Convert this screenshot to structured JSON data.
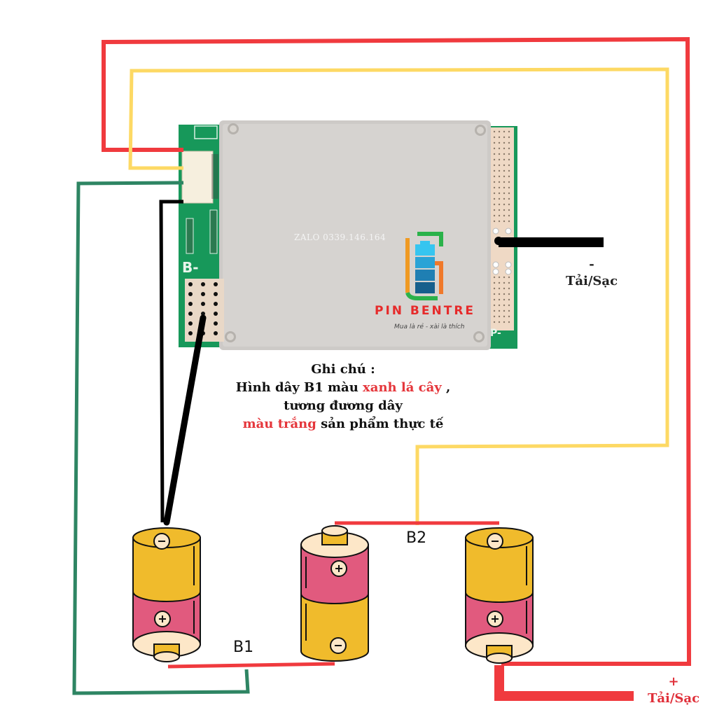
{
  "board": {
    "watermark": "ZALO 0339.146.164",
    "brand_name": "PIN BENTRE",
    "slogan": "Mua là rẻ - xài là thích",
    "pad_b_label": "B-",
    "pad_p_label": "P-"
  },
  "note": {
    "title": "Ghi chú :",
    "line1_prefix": "Hình dây B1 màu ",
    "line1_highlight": "xanh lá cây",
    "line1_suffix": " ,",
    "line2": "tương đương dây",
    "line3_highlight": "màu trắng",
    "line3_suffix": " sản phẩm thực tế"
  },
  "terminals": {
    "negative_sign": "-",
    "negative_label": "Tải/Sạc",
    "positive_sign": "+",
    "positive_label": "Tải/Sạc"
  },
  "nodes": {
    "b1": "B1",
    "b2": "B2"
  },
  "colors": {
    "wire_red": "#f03a3e",
    "wire_yellow": "#fdd964",
    "wire_green": "#2e8563",
    "wire_black": "#000000",
    "battery_yellow": "#f0bb2c",
    "battery_pink": "#e15a7e",
    "battery_cap": "#fde7c8",
    "pcb_green": "#17985a",
    "plate_gray": "#cdcac7"
  },
  "batteries": [
    {
      "id": "cell-1",
      "top_terminal": "−",
      "bottom_terminal": "+"
    },
    {
      "id": "cell-2",
      "top_terminal": "+",
      "bottom_terminal": "−"
    },
    {
      "id": "cell-3",
      "top_terminal": "−",
      "bottom_terminal": "+"
    }
  ]
}
